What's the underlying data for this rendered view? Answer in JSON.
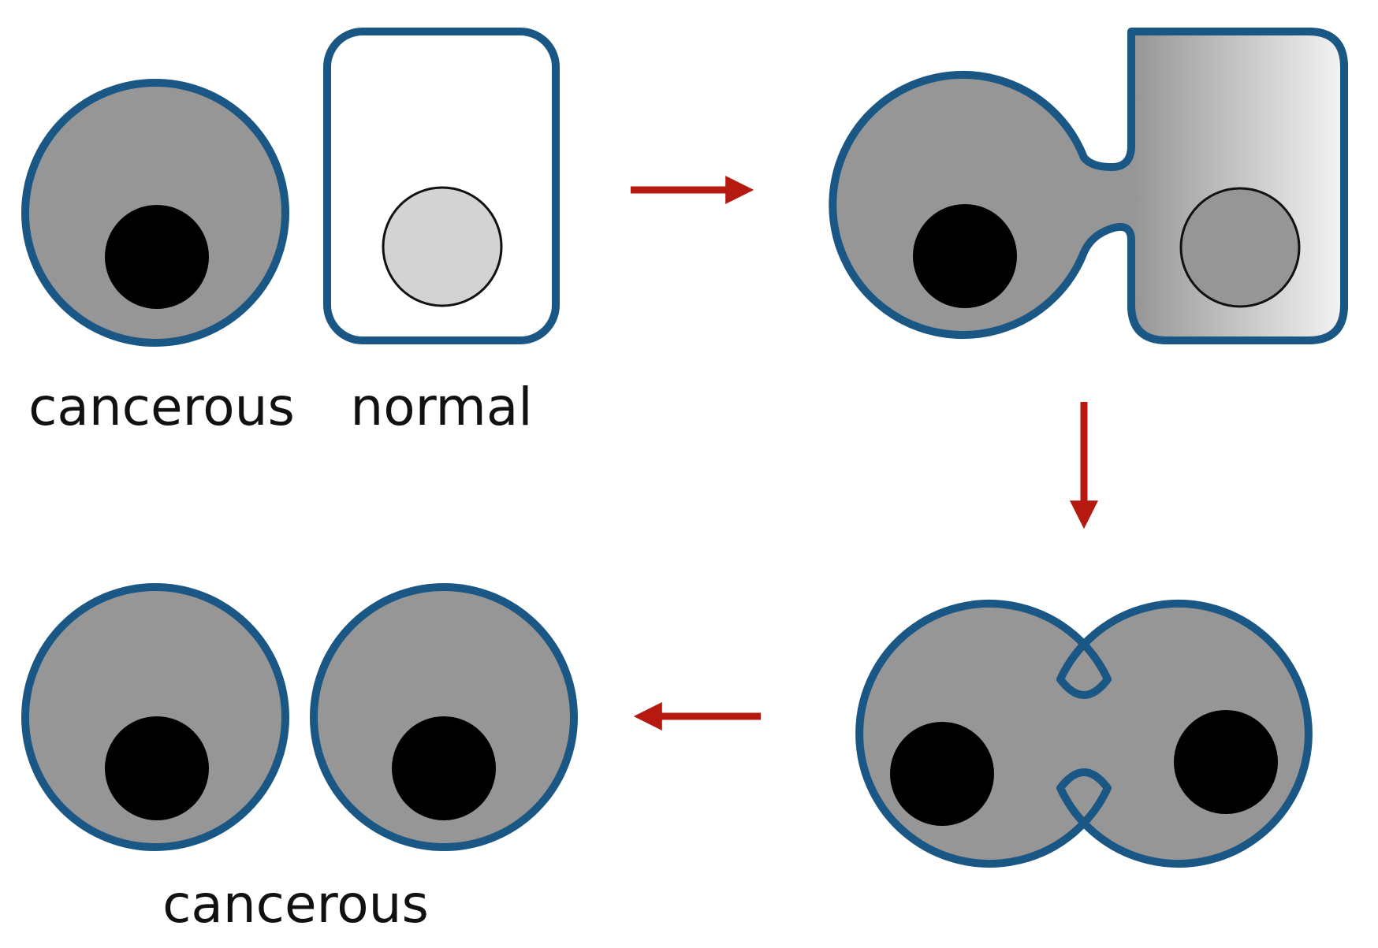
{
  "labels": {
    "cancerous_top": "cancerous",
    "normal": "normal",
    "cancerous_bottom": "cancerous"
  },
  "colors": {
    "membrane": "#1b5785",
    "cytoplasm_cancer": "#969696",
    "nucleus_cancer": "#000000",
    "nucleus_normal": "#d3d3d3",
    "arrow": "#b5190f",
    "background": "#ffffff"
  }
}
